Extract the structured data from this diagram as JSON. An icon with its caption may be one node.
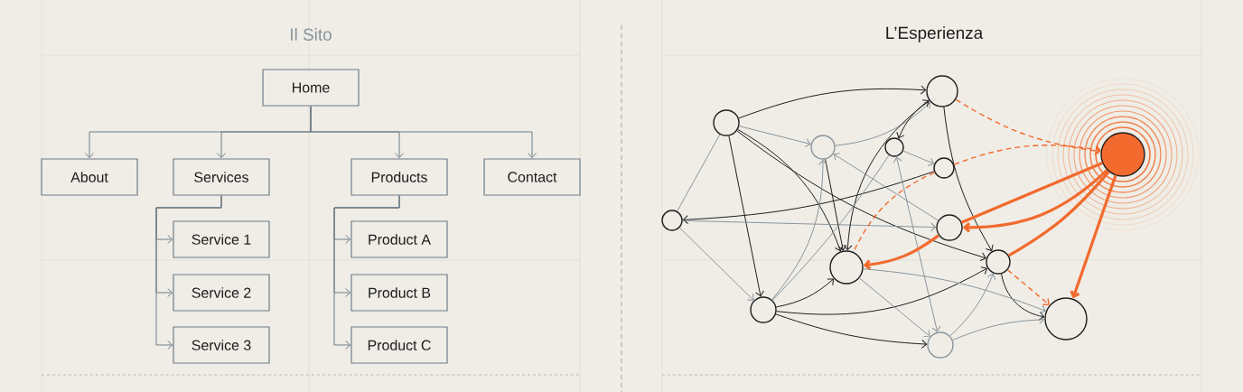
{
  "diagram": {
    "title": "Il Sito",
    "nodes": [
      {
        "text": [
          "Home"
        ]
      },
      {
        "text": [
          "About"
        ]
      },
      {
        "text": [
          "Services"
        ]
      },
      {
        "text": [
          "Products"
        ]
      },
      {
        "text": [
          "Contact"
        ]
      },
      {
        "text": [
          "Service 1"
        ]
      },
      {
        "text": [
          "Service 2"
        ]
      },
      {
        "text": [
          "Service 3"
        ]
      },
      {
        "text": [
          "Product A"
        ]
      },
      {
        "text": [
          "Product B"
        ]
      },
      {
        "text": [
          "Product C"
        ]
      },
      {
        "text": [],
        "shape": "circle"
      },
      {
        "text": [],
        "shape": "circle"
      },
      {
        "text": [],
        "shape": "circle"
      },
      {
        "text": [],
        "shape": "circle"
      },
      {
        "text": [],
        "shape": "circle"
      },
      {
        "text": [],
        "shape": "circle"
      },
      {
        "text": [],
        "shape": "circle"
      },
      {
        "text": [],
        "shape": "circle"
      },
      {
        "text": [],
        "shape": "circle"
      },
      {
        "text": [],
        "shape": "circle"
      },
      {
        "text": [],
        "shape": "circle"
      },
      {
        "text": [],
        "shape": "circle"
      },
      {
        "text": [],
        "shape": "circle"
      }
    ],
    "edges": [
      {
        "from": 0,
        "to": 1,
        "arrow": "to"
      },
      {
        "from": 0,
        "to": 2,
        "arrow": "to"
      },
      {
        "from": 0,
        "to": 3,
        "arrow": "to"
      },
      {
        "from": 0,
        "to": 4,
        "arrow": "to"
      },
      {
        "from": 2,
        "to": 5,
        "arrow": "to"
      },
      {
        "from": 2,
        "to": 6,
        "arrow": "to"
      },
      {
        "from": 2,
        "to": 7,
        "arrow": "to"
      },
      {
        "from": 3,
        "to": 8,
        "arrow": "to"
      },
      {
        "from": 3,
        "to": 9,
        "arrow": "to"
      },
      {
        "from": 3,
        "to": 10,
        "arrow": "to"
      },
      {
        "from": 11,
        "to": 12,
        "arrow": "to",
        "color": "#1e1e1e"
      },
      {
        "from": 11,
        "to": 13,
        "arrow": "to",
        "color": "#8a959c"
      },
      {
        "from": 11,
        "to": 16,
        "arrow": "none",
        "color": "#8a959c"
      },
      {
        "from": 11,
        "to": 20,
        "arrow": "to",
        "color": "#1e1e1e"
      },
      {
        "from": 11,
        "to": 18,
        "arrow": "to",
        "color": "#1e1e1e"
      },
      {
        "from": 11,
        "to": 19,
        "arrow": "to",
        "color": "#1e1e1e"
      },
      {
        "from": 15,
        "to": 16,
        "arrow": "to",
        "color": "#1e1e1e"
      },
      {
        "from": 16,
        "to": 17,
        "arrow": "to",
        "color": "#8a959c"
      },
      {
        "from": 16,
        "to": 20,
        "arrow": "to",
        "color": "#8a959c"
      },
      {
        "from": 13,
        "to": 18,
        "arrow": "to",
        "color": "#1e1e1e"
      },
      {
        "from": 20,
        "to": 13,
        "arrow": "to",
        "color": "#8a959c"
      },
      {
        "from": 13,
        "to": 12,
        "arrow": "to",
        "color": "#8a959c"
      },
      {
        "from": 12,
        "to": 14,
        "arrow": "both",
        "color": "#1e1e1e"
      },
      {
        "from": 12,
        "to": 18,
        "arrow": "to",
        "color": "#1e1e1e"
      },
      {
        "from": 12,
        "to": 19,
        "arrow": "to",
        "color": "#1e1e1e"
      },
      {
        "from": 12,
        "to": 23,
        "arrow": "to",
        "style": "dashed",
        "color": "#f26a2d"
      },
      {
        "from": 14,
        "to": 15,
        "arrow": "to",
        "color": "#8a959c"
      },
      {
        "from": 14,
        "to": 21,
        "arrow": "both",
        "color": "#8a959c"
      },
      {
        "from": 20,
        "to": 14,
        "arrow": "none",
        "color": "#8a959c"
      },
      {
        "from": 20,
        "to": 18,
        "arrow": "to",
        "color": "#1e1e1e"
      },
      {
        "from": 20,
        "to": 19,
        "arrow": "to",
        "color": "#1e1e1e"
      },
      {
        "from": 20,
        "to": 21,
        "arrow": "to",
        "color": "#1e1e1e"
      },
      {
        "from": 18,
        "to": 21,
        "arrow": "to",
        "color": "#8a959c"
      },
      {
        "from": 17,
        "to": 13,
        "arrow": "to",
        "color": "#8a959c"
      },
      {
        "from": 15,
        "to": 23,
        "arrow": "to",
        "style": "dashed",
        "color": "#f26a2d"
      },
      {
        "from": 15,
        "to": 18,
        "arrow": "none",
        "style": "dashed",
        "color": "#f26a2d"
      },
      {
        "from": 17,
        "to": 18,
        "arrow": "to",
        "style": "thick",
        "color": "#f26a2d"
      },
      {
        "from": 23,
        "to": 17,
        "arrow": "to",
        "style": "thick",
        "color": "#f26a2d"
      },
      {
        "from": 17,
        "to": 23,
        "arrow": "none",
        "style": "thick",
        "color": "#f26a2d"
      },
      {
        "from": 19,
        "to": 23,
        "arrow": "none",
        "style": "thick",
        "color": "#f26a2d"
      },
      {
        "from": 23,
        "to": 22,
        "arrow": "to",
        "style": "thick",
        "color": "#f26a2d"
      },
      {
        "from": 19,
        "to": 22,
        "arrow": "to",
        "style": "dashed",
        "color": "#f26a2d"
      },
      {
        "from": 19,
        "to": 22,
        "arrow": "to",
        "color": "#1e1e1e"
      },
      {
        "from": 21,
        "to": 19,
        "arrow": "to",
        "color": "#8a959c"
      },
      {
        "from": 21,
        "to": 22,
        "arrow": "to",
        "color": "#8a959c"
      },
      {
        "from": 18,
        "to": 22,
        "arrow": "to",
        "color": "#8a959c"
      }
    ],
    "labels": [
      "L’Esperienza"
    ]
  }
}
